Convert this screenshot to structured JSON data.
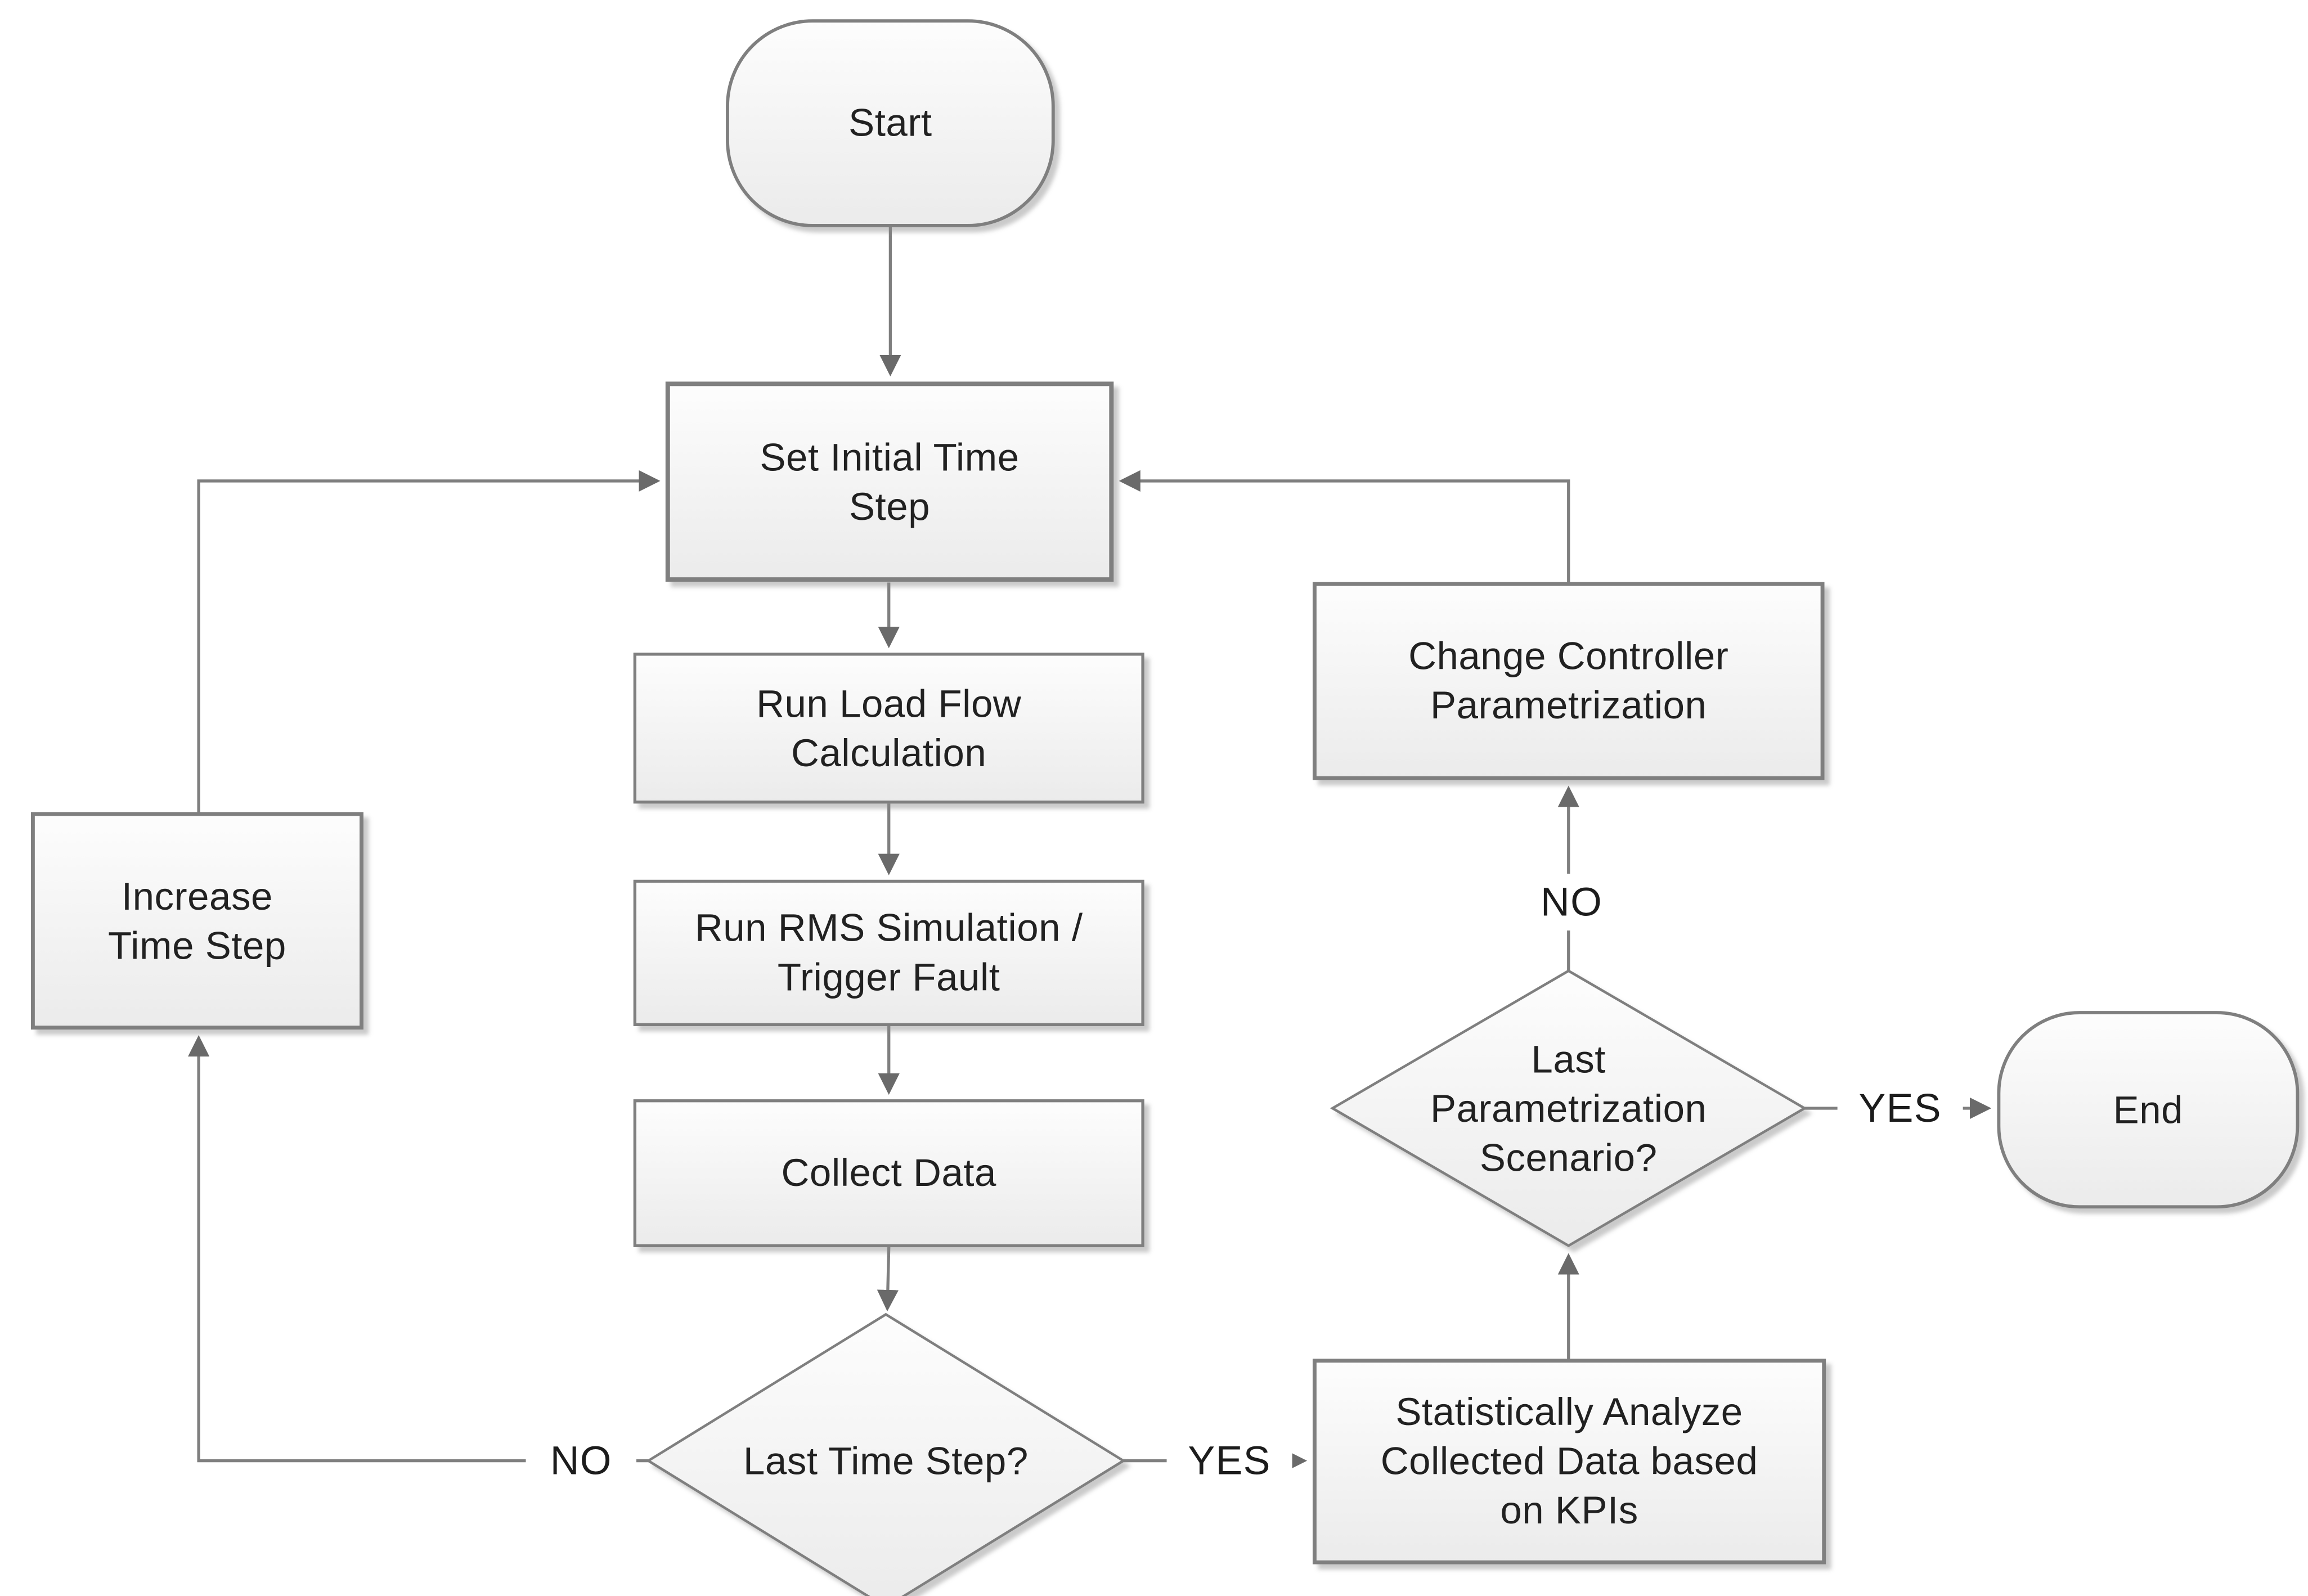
{
  "diagram": {
    "type": "flowchart",
    "colors": {
      "line": "#7f7f7f",
      "arrowhead": "#6a6a6a",
      "node_fill_top": "#fdfdfd",
      "node_fill_bottom": "#ebebeb",
      "text": "#212121",
      "background": "#ffffff"
    },
    "nodes": [
      {
        "id": "start",
        "type": "terminator",
        "label": "Start"
      },
      {
        "id": "set_initial_time_step",
        "type": "process",
        "label": "Set Initial Time\nStep"
      },
      {
        "id": "run_load_flow_calculation",
        "type": "process",
        "label": "Run Load Flow\nCalculation"
      },
      {
        "id": "run_rms_simulation",
        "type": "process",
        "label": "Run RMS Simulation /\nTrigger Fault"
      },
      {
        "id": "collect_data",
        "type": "process",
        "label": "Collect Data"
      },
      {
        "id": "last_time_step",
        "type": "decision",
        "label": "Last Time Step?"
      },
      {
        "id": "increase_time_step",
        "type": "process",
        "label": "Increase\nTime Step"
      },
      {
        "id": "statistically_analyze",
        "type": "process",
        "label": "Statistically Analyze\nCollected Data based\non KPIs"
      },
      {
        "id": "last_parametrization_scenario",
        "type": "decision",
        "label": "Last\nParametrization\nScenario?"
      },
      {
        "id": "change_controller_parametrization",
        "type": "process",
        "label": "Change Controller\nParametrization"
      },
      {
        "id": "end",
        "type": "terminator",
        "label": "End"
      }
    ],
    "edge_labels": [
      {
        "id": "no_last_time_step",
        "label": "NO"
      },
      {
        "id": "yes_last_time_step",
        "label": "YES"
      },
      {
        "id": "no_last_parametrization",
        "label": "NO"
      },
      {
        "id": "yes_last_parametrization",
        "label": "YES"
      }
    ]
  }
}
